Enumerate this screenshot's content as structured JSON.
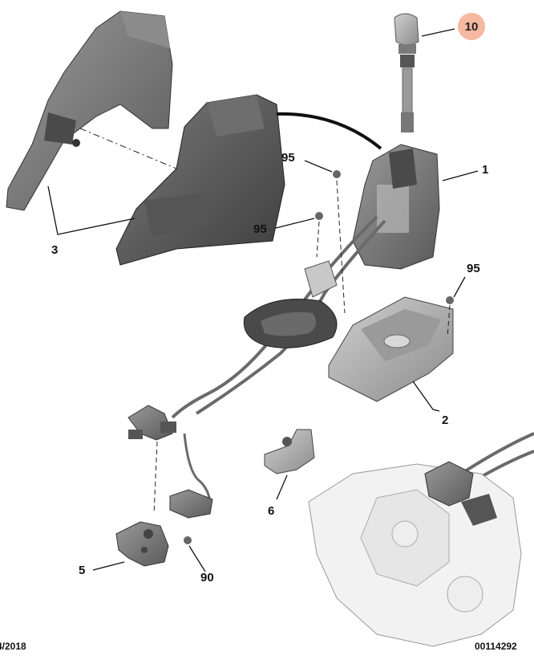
{
  "callouts": {
    "part_10": "10",
    "part_1": "1",
    "part_95_top": "95",
    "part_95_mid": "95",
    "part_95_right": "95",
    "part_3": "3",
    "part_2": "2",
    "part_6": "6",
    "part_5": "5",
    "part_90": "90"
  },
  "footer": {
    "date": "4/2018",
    "reference": "00114292"
  },
  "colors": {
    "highlight": "#f6b8a1",
    "part_dark": "#5f5f5f",
    "part_mid": "#8a8a8a",
    "part_light": "#b5b5b5",
    "gearbox": "#f2f2f2",
    "line": "#111111"
  }
}
